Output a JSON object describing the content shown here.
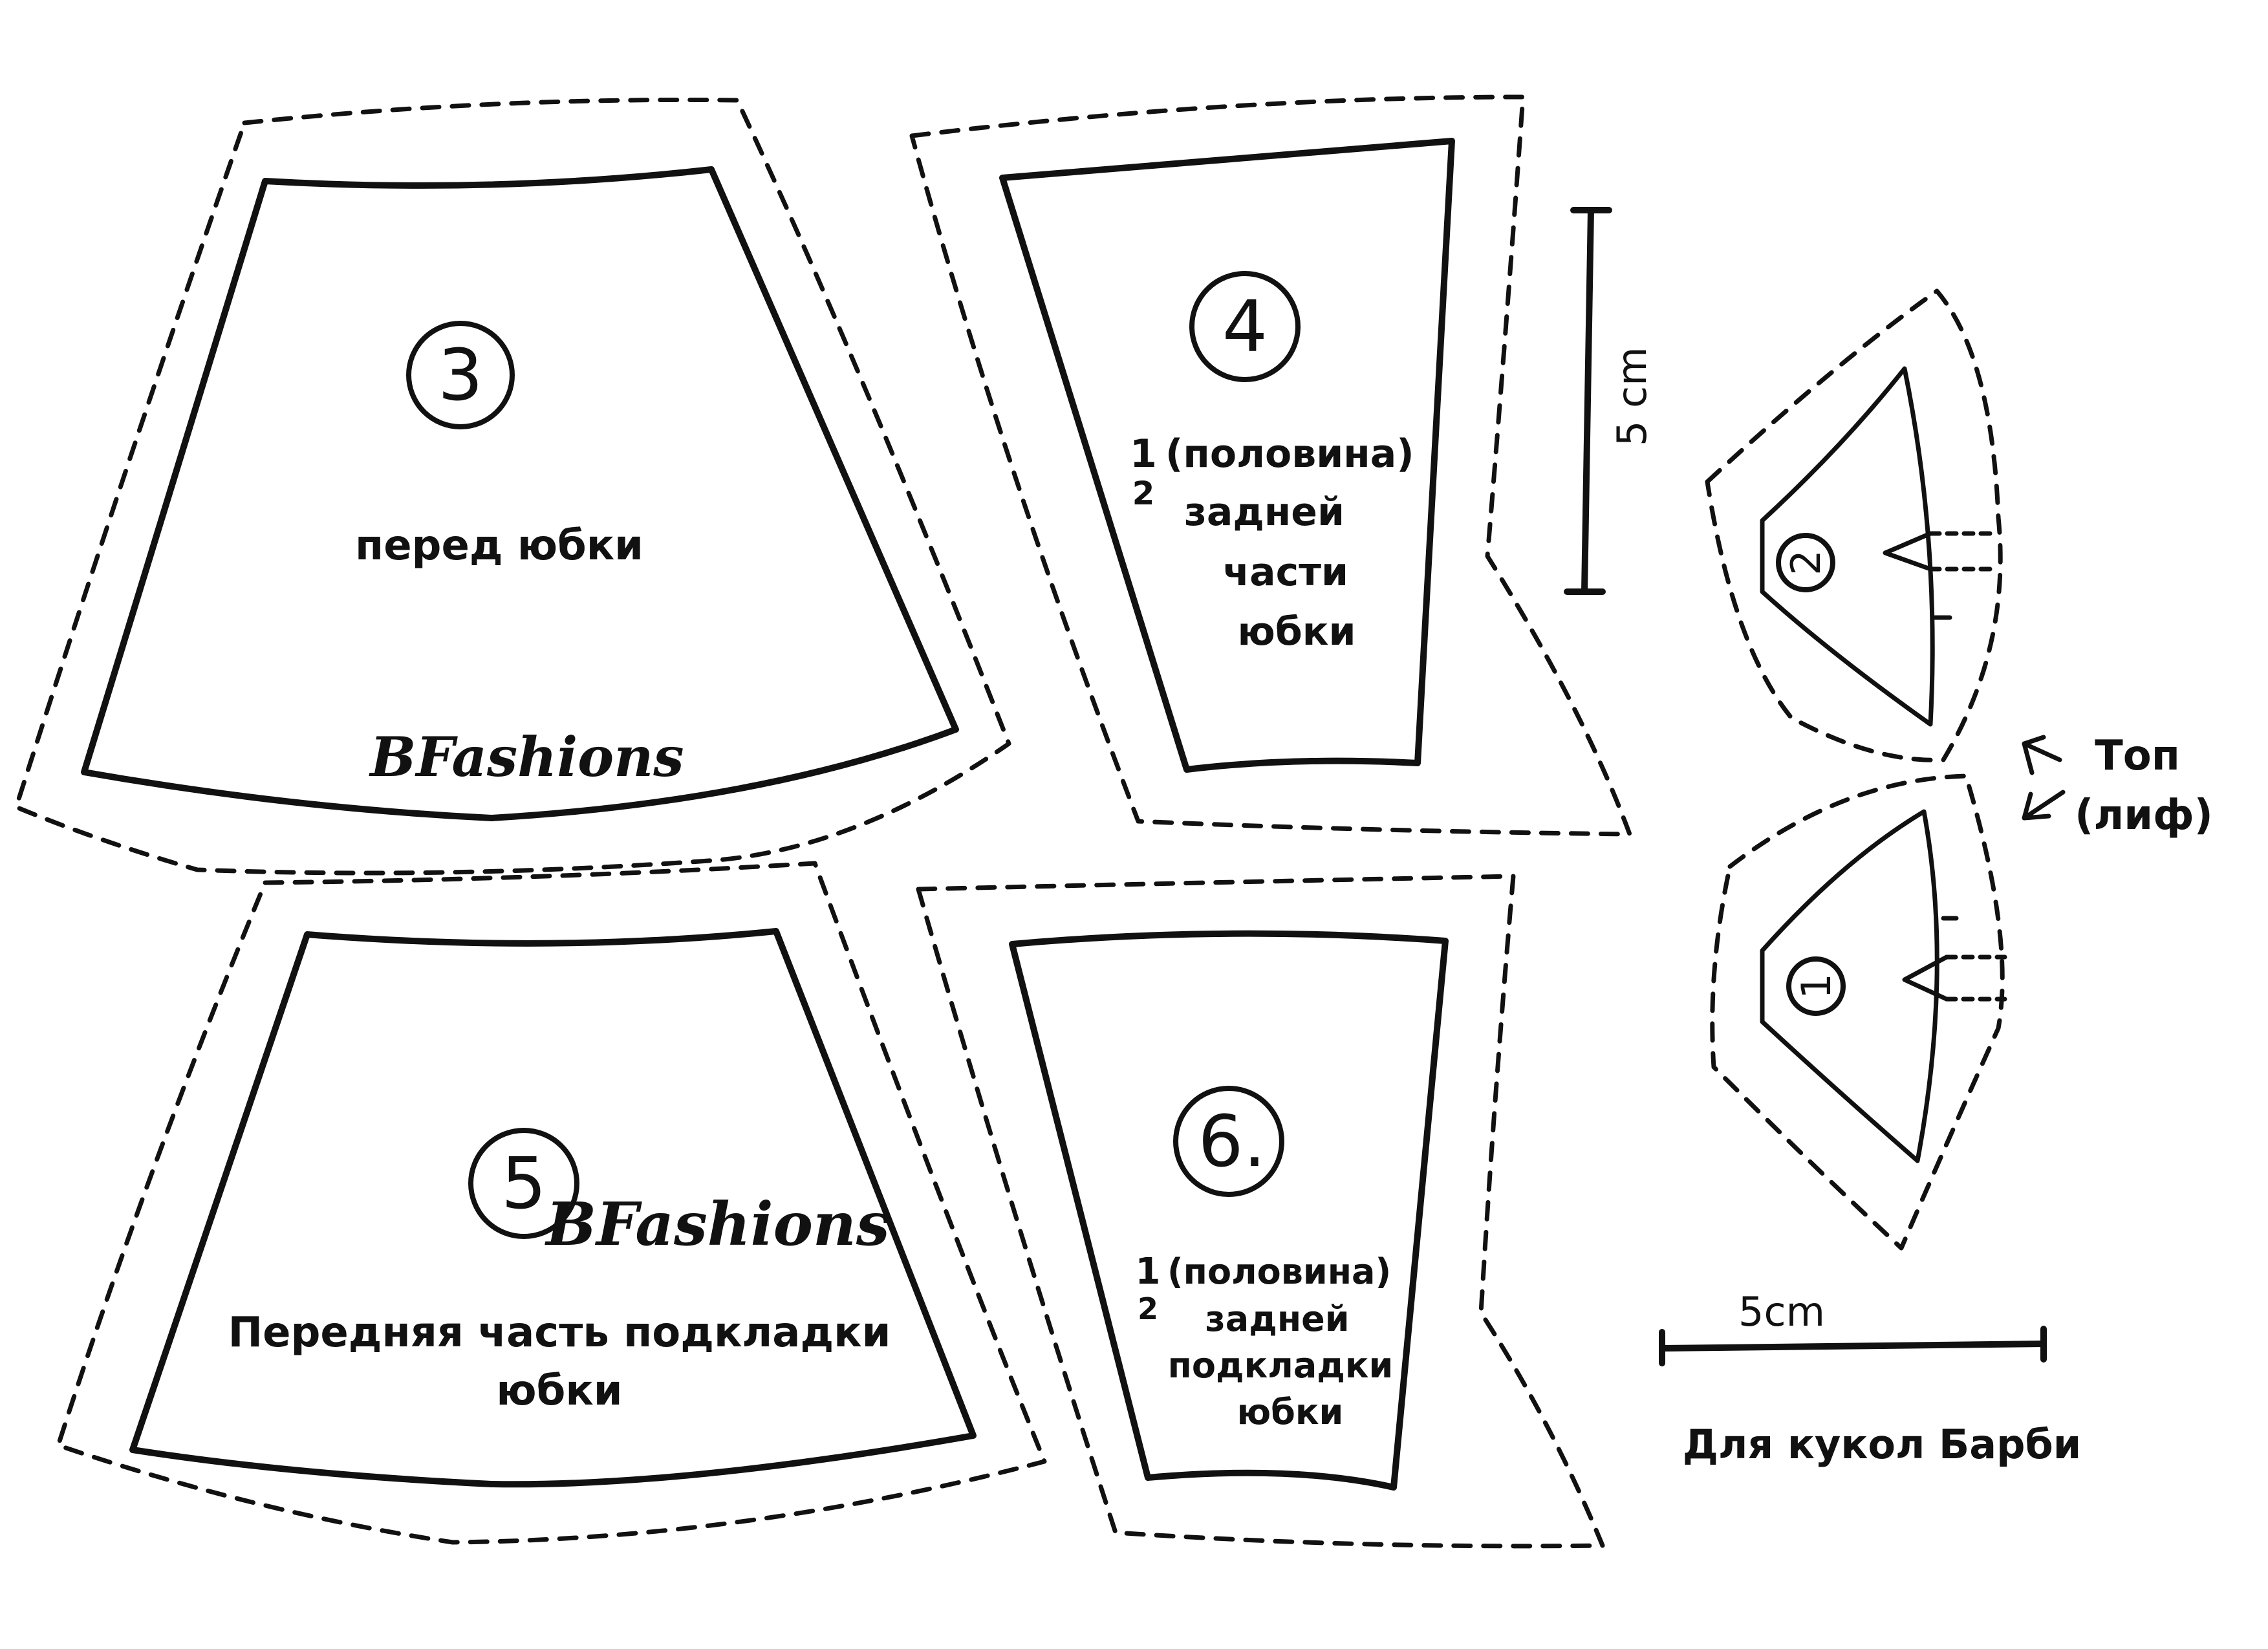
{
  "pieces": {
    "p3": {
      "number": "3",
      "label": "перед юбки",
      "brand": "BFashions"
    },
    "p4": {
      "number": "4",
      "fraction_num": "1",
      "fraction_den": "2",
      "line1": "(половина)",
      "line2": "задней",
      "line3": "части",
      "line4": "юбки"
    },
    "p5": {
      "number": "5",
      "brand": "BFashions",
      "line1": "Передняя часть подкладки",
      "line2": "юбки"
    },
    "p6": {
      "number": "6.",
      "fraction_num": "1",
      "fraction_den": "2",
      "line1": "(половина)",
      "line2": "задней",
      "line3": "подкладки",
      "line4": "юбки"
    },
    "p2": {
      "number": "2"
    },
    "p1": {
      "number": "1"
    }
  },
  "top_label": {
    "line1": "Топ",
    "line2": "(лиф)"
  },
  "scale_vertical": {
    "label": "5 cm"
  },
  "scale_horizontal": {
    "label": "5cm"
  },
  "footer": {
    "caption": "Для кукол Барби"
  }
}
